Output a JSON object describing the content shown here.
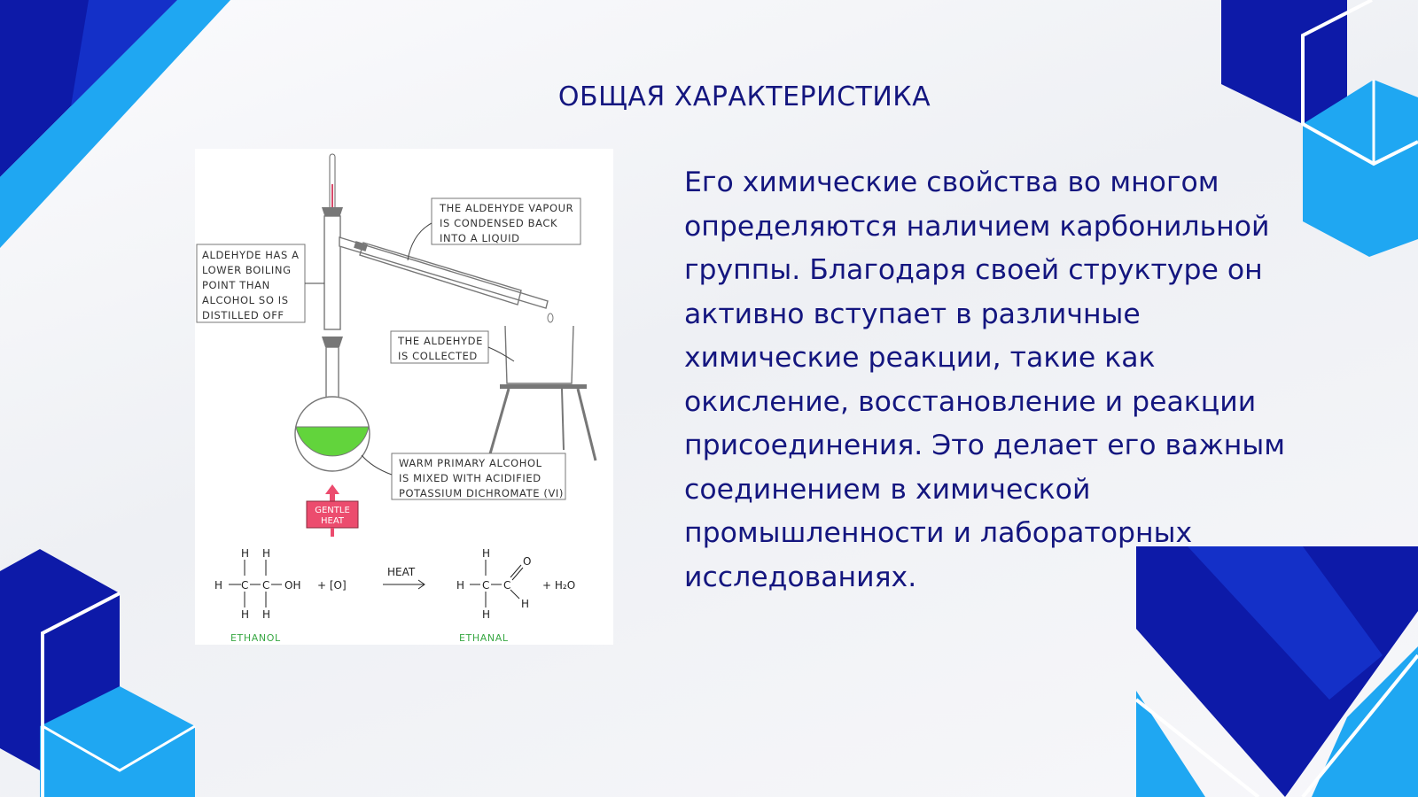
{
  "slide": {
    "title": "ОБЩАЯ ХАРАКТЕРИСТИКА",
    "body": "Его химические свойства во многом определяются наличием карбонильной группы. Благодаря своей структуре он активно вступает в различные химические реакции, такие как окисление, восстановление и реакции присоединения. Это делает его важным соединением в химической промышленности и лабораторных исследованиях."
  },
  "figure": {
    "labels": {
      "boiling": [
        "ALDEHYDE HAS A",
        "LOWER BOILING",
        "POINT THAN",
        "ALCOHOL SO IS",
        "DISTILLED OFF"
      ],
      "vapour": [
        "THE ALDEHYDE VAPOUR",
        "IS CONDENSED BACK",
        "INTO A LIQUID"
      ],
      "collected": [
        "THE ALDEHYDE",
        "IS COLLECTED"
      ],
      "warm": [
        "WARM PRIMARY ALCOHOL",
        "IS MIXED WITH ACIDIFIED",
        "POTASSIUM DICHROMATE (VI)"
      ],
      "heat": [
        "GENTLE",
        "HEAT"
      ]
    },
    "equation": {
      "oxidant": "+ [O]",
      "arrow_label": "HEAT",
      "product_extra": "+ H₂O",
      "reactant_name": "ETHANOL",
      "product_name": "ETHANAL"
    }
  },
  "colors": {
    "title": "#14167f",
    "navy": "#0d1aa8",
    "sky": "#1fa7f2",
    "flask_liquid": "#62d43c",
    "heat_box": "#ec4c6e"
  }
}
